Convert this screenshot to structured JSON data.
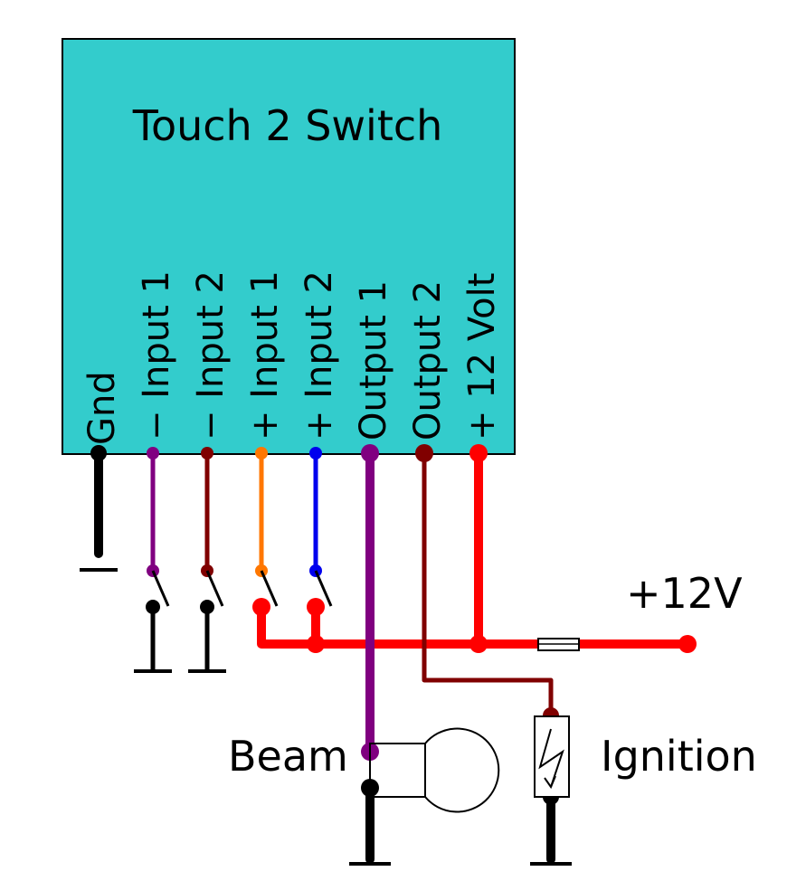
{
  "diagram": {
    "title": "Touch 2 Switch",
    "pins": [
      {
        "sign": "",
        "name": "Gnd",
        "color": "#000000"
      },
      {
        "sign": "−",
        "name": "Input 1",
        "color": "#800080"
      },
      {
        "sign": "−",
        "name": "Input 2",
        "color": "#800000"
      },
      {
        "sign": "+",
        "name": "Input 1",
        "color": "#ff7700"
      },
      {
        "sign": "+",
        "name": "Input 2",
        "color": "#0000ee"
      },
      {
        "sign": "",
        "name": "Output 1",
        "color": "#800080"
      },
      {
        "sign": "",
        "name": "Output 2",
        "color": "#800000"
      },
      {
        "sign": "+",
        "name": "12 Volt",
        "color": "#ff0000"
      }
    ],
    "supply_label": "+12V",
    "beam_label": "Beam",
    "ignition_label": "Ignition",
    "colors": {
      "box_fill": "#33cccc",
      "supply": "#ff0000",
      "ground": "#000000",
      "output1": "#800080",
      "output2": "#800000"
    }
  }
}
